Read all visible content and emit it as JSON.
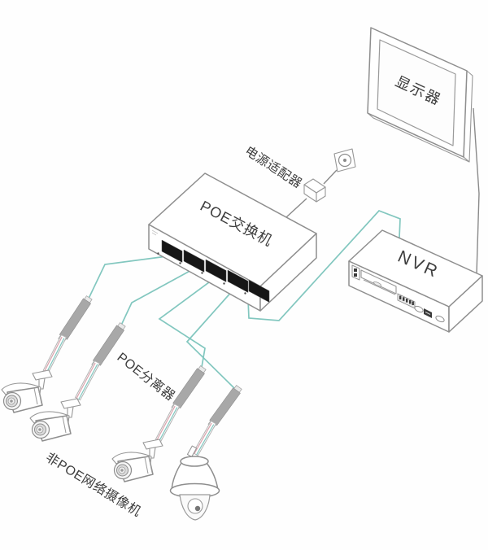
{
  "diagram": {
    "type": "network-topology",
    "labels": {
      "monitor": "显示器",
      "power_adapter": "电源适配器",
      "poe_switch": "POE交换机",
      "nvr": "NVR",
      "poe_splitter": "POE分离器",
      "non_poe_camera": "非POE网络摄像机"
    },
    "devices": [
      {
        "id": "monitor",
        "label": "显示器"
      },
      {
        "id": "wall-outlet"
      },
      {
        "id": "power-adapter",
        "label": "电源适配器"
      },
      {
        "id": "poe-switch",
        "label": "POE交换机",
        "ports": 5
      },
      {
        "id": "nvr",
        "label": "NVR"
      },
      {
        "id": "poe-splitters",
        "label": "POE分离器",
        "count": 4
      },
      {
        "id": "bullet-cameras",
        "label": "非POE网络摄像机",
        "count": 3
      },
      {
        "id": "dome-camera",
        "label": "非POE网络摄像机",
        "count": 1
      }
    ],
    "connections": [
      {
        "from": "poe-switch:port1",
        "to": "poe-splitter-1",
        "cable": "ethernet-poe"
      },
      {
        "from": "poe-switch:port2",
        "to": "poe-splitter-2",
        "cable": "ethernet-poe"
      },
      {
        "from": "poe-switch:port3",
        "to": "poe-splitter-3",
        "cable": "ethernet-poe"
      },
      {
        "from": "poe-switch:port4",
        "to": "poe-splitter-4",
        "cable": "ethernet-poe"
      },
      {
        "from": "poe-switch:port5",
        "to": "nvr",
        "cable": "ethernet"
      },
      {
        "from": "poe-splitter-1",
        "to": "bullet-camera-1",
        "cable": "data+power"
      },
      {
        "from": "poe-splitter-2",
        "to": "bullet-camera-2",
        "cable": "data+power"
      },
      {
        "from": "poe-splitter-3",
        "to": "bullet-camera-3",
        "cable": "data+power"
      },
      {
        "from": "poe-splitter-4",
        "to": "dome-camera",
        "cable": "data+power"
      },
      {
        "from": "nvr",
        "to": "monitor",
        "cable": "video"
      },
      {
        "from": "wall-outlet",
        "to": "power-adapter",
        "cable": "power"
      },
      {
        "from": "power-adapter",
        "to": "poe-switch",
        "cable": "power"
      }
    ],
    "colors": {
      "background": "#fefefe",
      "outline": "#8e8e8e",
      "data_cable": "#82c7bf",
      "power_wire": "#d9a2ab",
      "splitter_body": "#a8a8a8",
      "port_fill": "#161616",
      "label_text": "#3d3d3d"
    }
  }
}
